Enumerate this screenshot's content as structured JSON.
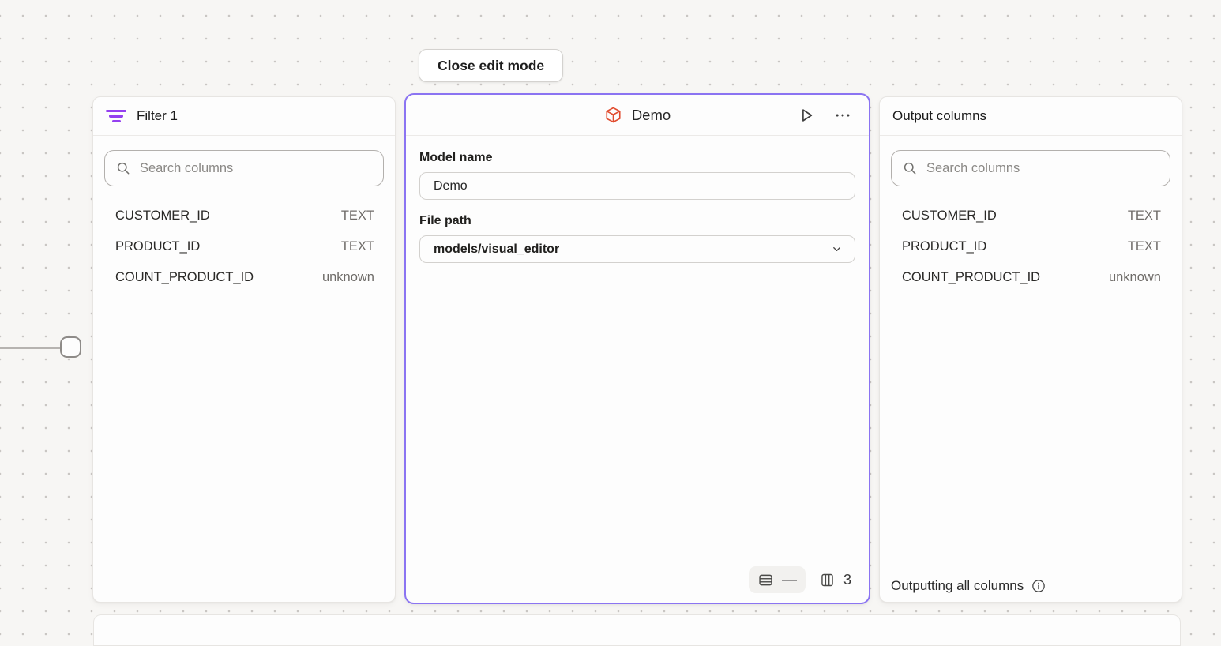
{
  "canvas": {
    "close_button_label": "Close edit mode"
  },
  "filter_panel": {
    "title": "Filter 1",
    "search_placeholder": "Search columns",
    "columns": [
      {
        "name": "CUSTOMER_ID",
        "type": "TEXT"
      },
      {
        "name": "PRODUCT_ID",
        "type": "TEXT"
      },
      {
        "name": "COUNT_PRODUCT_ID",
        "type": "unknown"
      }
    ]
  },
  "model_panel": {
    "title": "Demo",
    "fields": {
      "model_name_label": "Model name",
      "model_name_value": "Demo",
      "file_path_label": "File path",
      "file_path_value": "models/visual_editor"
    },
    "footer": {
      "row_count": "—",
      "column_count": "3"
    }
  },
  "output_panel": {
    "title": "Output columns",
    "search_placeholder": "Search columns",
    "columns": [
      {
        "name": "CUSTOMER_ID",
        "type": "TEXT"
      },
      {
        "name": "PRODUCT_ID",
        "type": "TEXT"
      },
      {
        "name": "COUNT_PRODUCT_ID",
        "type": "unknown"
      }
    ],
    "footer_text": "Outputting all columns"
  },
  "icons": {
    "filter": "filter-lines-icon",
    "model": "cube-icon",
    "run": "play-icon",
    "menu": "ellipsis-icon",
    "search": "search-icon",
    "dropdown": "chevron-down-icon",
    "rows": "table-rows-icon",
    "columns": "table-columns-icon",
    "info": "info-icon"
  },
  "colors": {
    "canvas_background": "#f7f6f4",
    "canvas_dot": "#c9c6c3",
    "panel_background": "#fdfdfd",
    "selected_node_border": "#8b74f2",
    "filter_icon_purple": "#9440f0",
    "model_icon_orange": "#e14b2e",
    "muted_text": "#6f6c69"
  }
}
